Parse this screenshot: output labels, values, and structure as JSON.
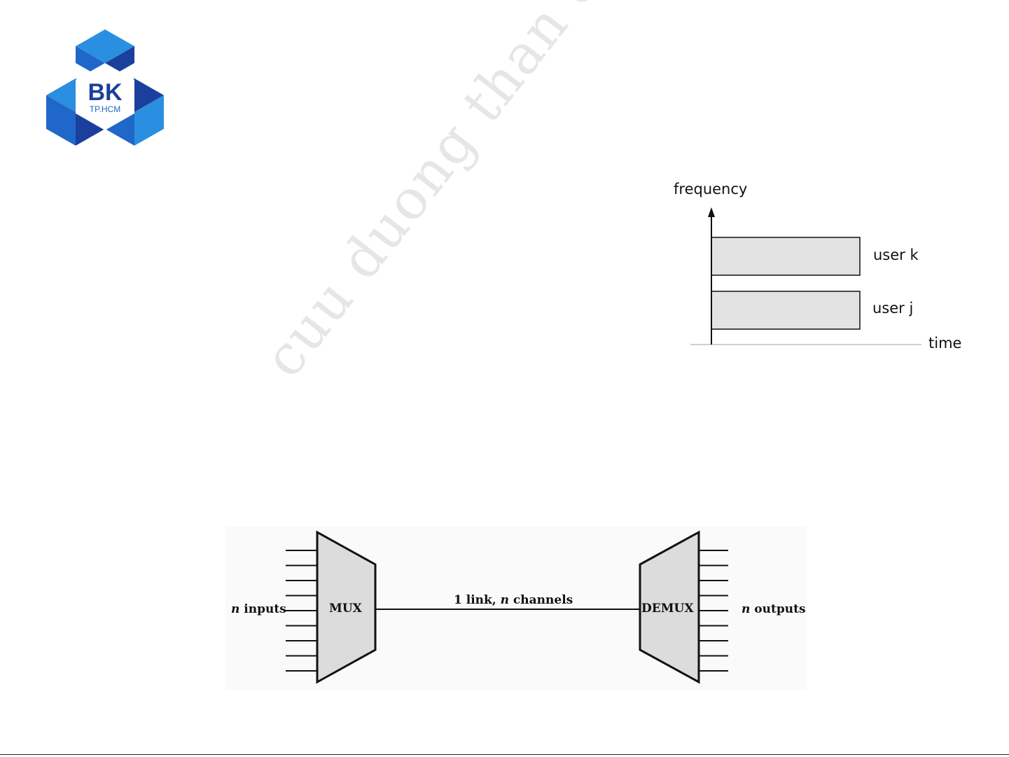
{
  "logo": {
    "main": "BK",
    "sub": "TP.HCM",
    "colors": {
      "dark": "#1b3f9c",
      "mid": "#1f67c9",
      "light": "#2a8fe0"
    }
  },
  "watermark": "cuu duong than cong . com",
  "fdm_diagram": {
    "y_axis_label": "frequency",
    "x_axis_label": "time",
    "bands": [
      {
        "label": "user k"
      },
      {
        "label": "user j"
      }
    ],
    "band_fill": "#e3e3e3"
  },
  "mux_diagram": {
    "mux_label": "MUX",
    "demux_label": "DEMUX",
    "link_label_a": "1 link, ",
    "link_label_n": "n",
    "link_label_b": " channels",
    "inputs_n": "n",
    "inputs_label": " inputs",
    "outputs_n": "n",
    "outputs_label": " outputs",
    "input_line_count": 9,
    "output_line_count": 9,
    "box_fill": "#dcdcdc"
  }
}
